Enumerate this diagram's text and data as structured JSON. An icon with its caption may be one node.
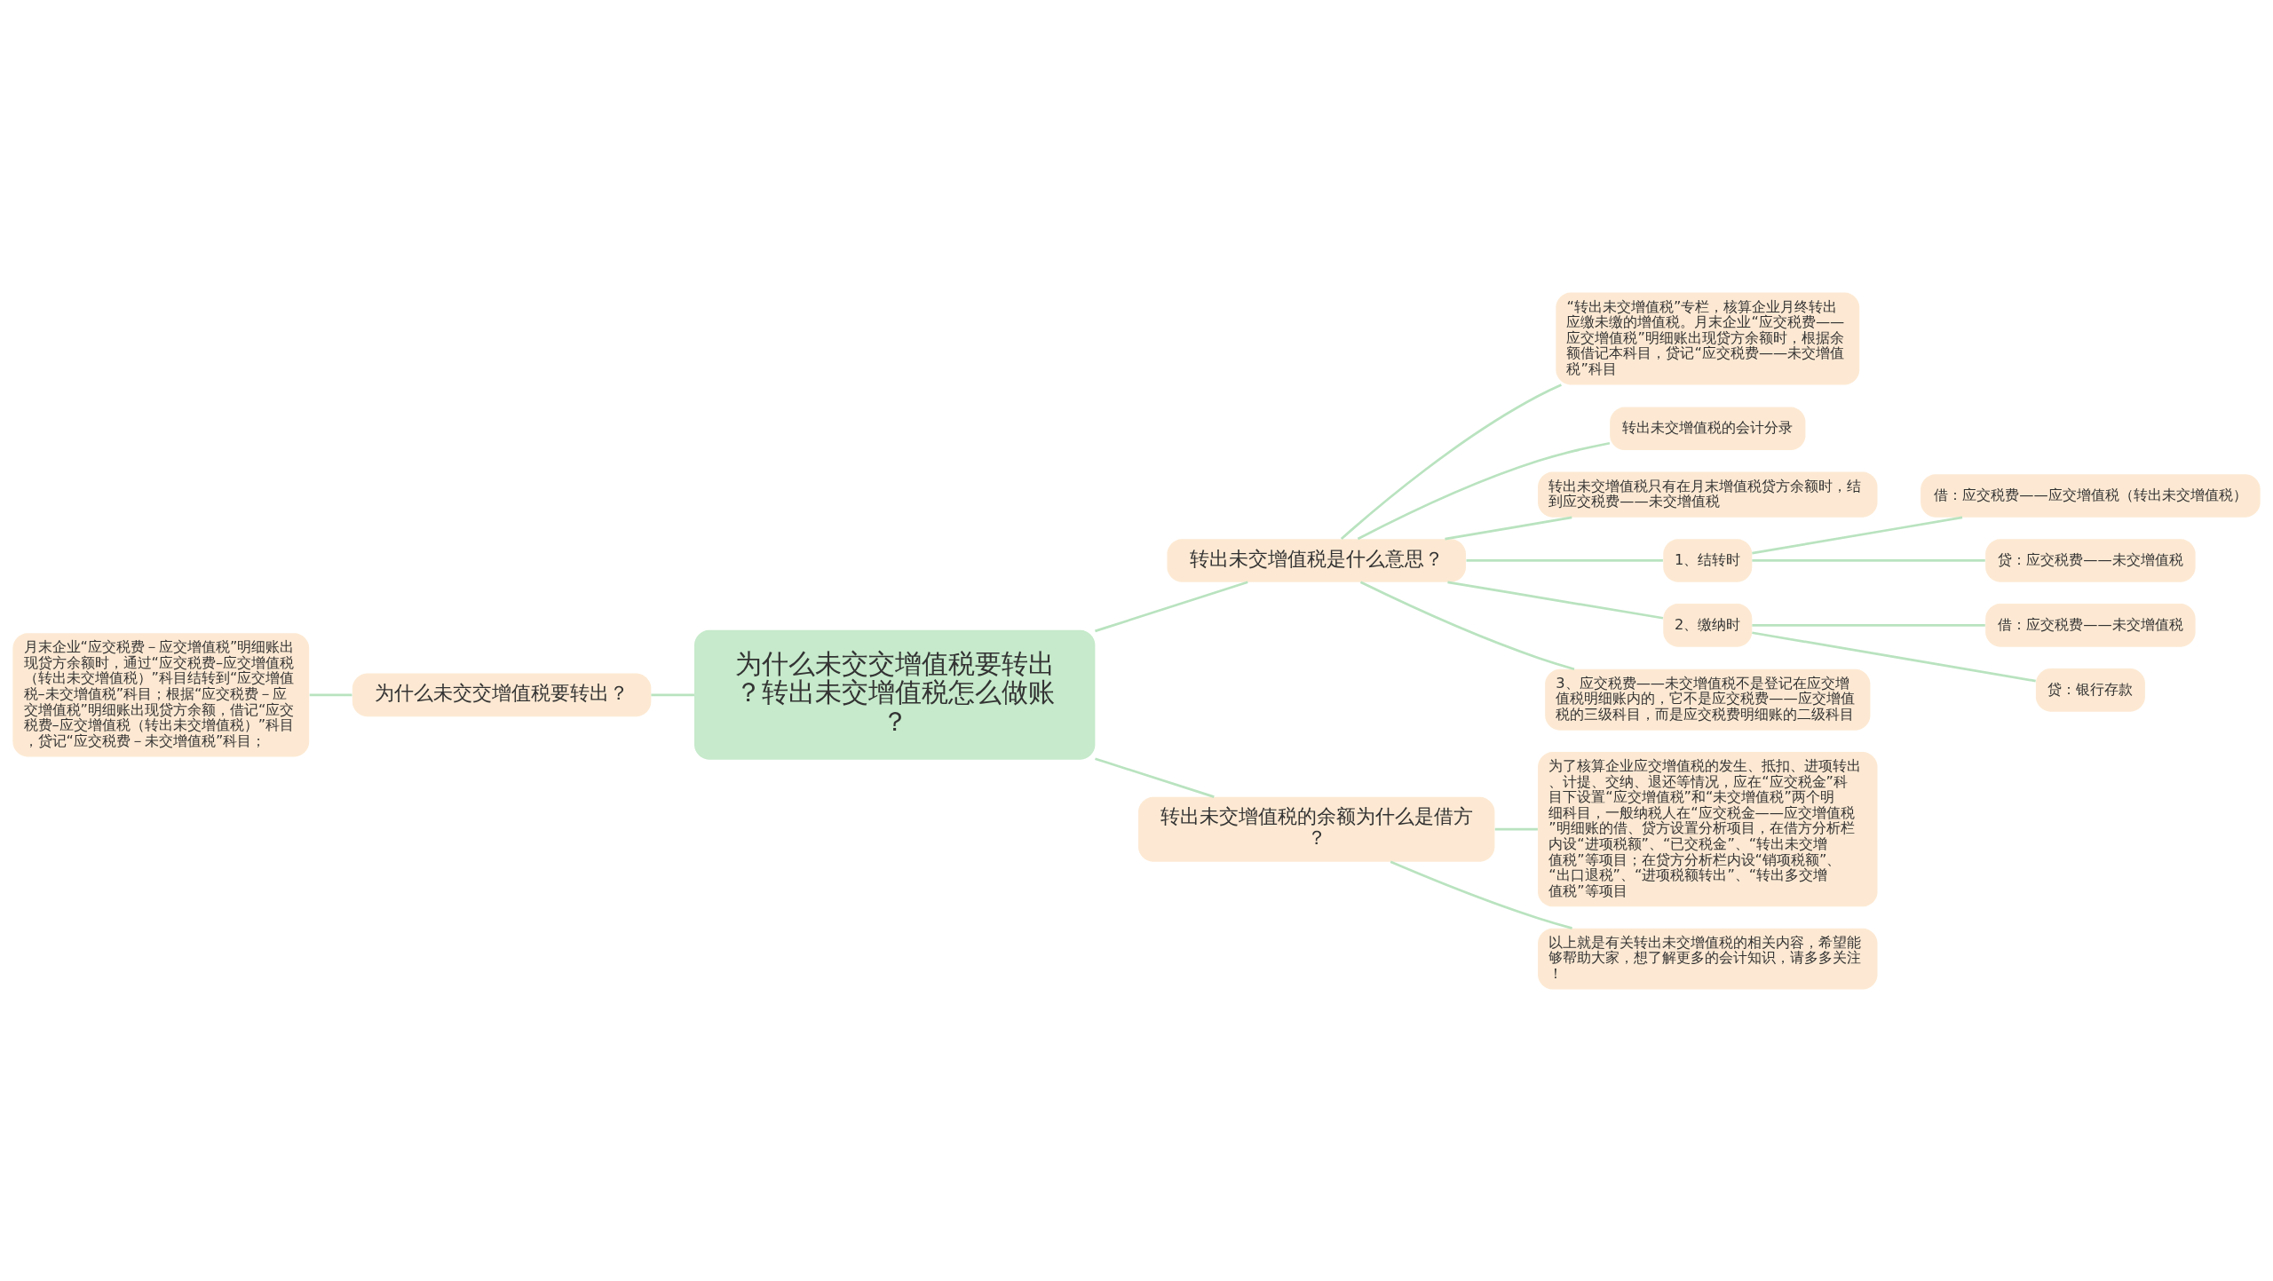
{
  "diagram": {
    "nodes": [
      {
        "text": [
          "为什么未交交增值税要转出？转出未交增值税怎么做账？"
        ]
      },
      {
        "text": [
          "转出未交增值税是什么意思？"
        ]
      },
      {
        "text": [
          "“转出未交增值税”专栏，核算企业月终转出应缴未缴的增值税。月末企业“应交税费——应交增值税”明细账出现贷方余额时，根据余额借记本科目，贷记“应交税费——未交增值税”科目"
        ]
      },
      {
        "text": [
          "转出未交增值税的会计分录"
        ]
      },
      {
        "text": [
          "转出未交增值税只有在月末增值税贷方余额时，结到应交税费——未交增值税"
        ]
      },
      {
        "text": [
          "1、结转时"
        ]
      },
      {
        "text": [
          "借：应交税费——应交增值税（转出未交增值税）"
        ]
      },
      {
        "text": [
          "贷：应交税费——未交增值税"
        ]
      },
      {
        "text": [
          "2、缴纳时"
        ]
      },
      {
        "text": [
          "借：应交税费——未交增值税"
        ]
      },
      {
        "text": [
          "贷：银行存款"
        ]
      },
      {
        "text": [
          "3、应交税费——未交增值税不是登记在应交增值税明细账内的，它不是应交税费——应交增值税的三级科目，而是应交税费明细账的二级科目"
        ]
      },
      {
        "text": [
          "为什么未交交增值税要转出？"
        ]
      },
      {
        "text": [
          "月末企业“应交税费－应交增值税”明细账出现贷方余额时，通过“应交税费–应交增值税（转出未交增值税）”科目结转到“应交增值税–未交增值税”科目；根据“应交税费－应交增值税”明细账出现贷方余额，借记“应交税费–应交增值税（转出未交增值税）”科目，贷记“应交税费－未交增值税”科目；"
        ]
      },
      {
        "text": [
          "转出未交增值税的余额为什么是借方？"
        ]
      },
      {
        "text": [
          "为了核算企业应交增值税的发生、抵扣、进项转出、计提、交纳、退还等情况，应在“应交税金”科目下设置“应交增值税”和“未交增值税”两个明细科目，一般纳税人在“应交税金——应交增值税”明细账的借、贷方设置分析项目，在借方分析栏内设“进项税额”、“已交税金”、“转出未交增值税”等项目；在贷方分析栏内设“销项税额”、“出口退税”、“进项税额转出”、“转出多交增值税”等项目"
        ]
      },
      {
        "text": [
          "以上就是有关转出未交增值税的相关内容，希望能够帮助大家，想了解更多的会计知识，请多多关注！"
        ]
      }
    ],
    "edges": [
      {
        "from": 0,
        "to": 1,
        "arrow": "none"
      },
      {
        "from": 1,
        "to": 2,
        "arrow": "none"
      },
      {
        "from": 1,
        "to": 3,
        "arrow": "none"
      },
      {
        "from": 1,
        "to": 4,
        "arrow": "none"
      },
      {
        "from": 1,
        "to": 5,
        "arrow": "none"
      },
      {
        "from": 5,
        "to": 6,
        "arrow": "none"
      },
      {
        "from": 5,
        "to": 7,
        "arrow": "none"
      },
      {
        "from": 1,
        "to": 8,
        "arrow": "none"
      },
      {
        "from": 8,
        "to": 9,
        "arrow": "none"
      },
      {
        "from": 8,
        "to": 10,
        "arrow": "none"
      },
      {
        "from": 1,
        "to": 11,
        "arrow": "none"
      },
      {
        "from": 13,
        "to": 12,
        "arrow": "none"
      },
      {
        "from": 12,
        "to": 0,
        "arrow": "none"
      },
      {
        "from": 0,
        "to": 14,
        "arrow": "none"
      },
      {
        "from": 14,
        "to": 15,
        "arrow": "none"
      },
      {
        "from": 14,
        "to": 16,
        "arrow": "none"
      }
    ]
  }
}
